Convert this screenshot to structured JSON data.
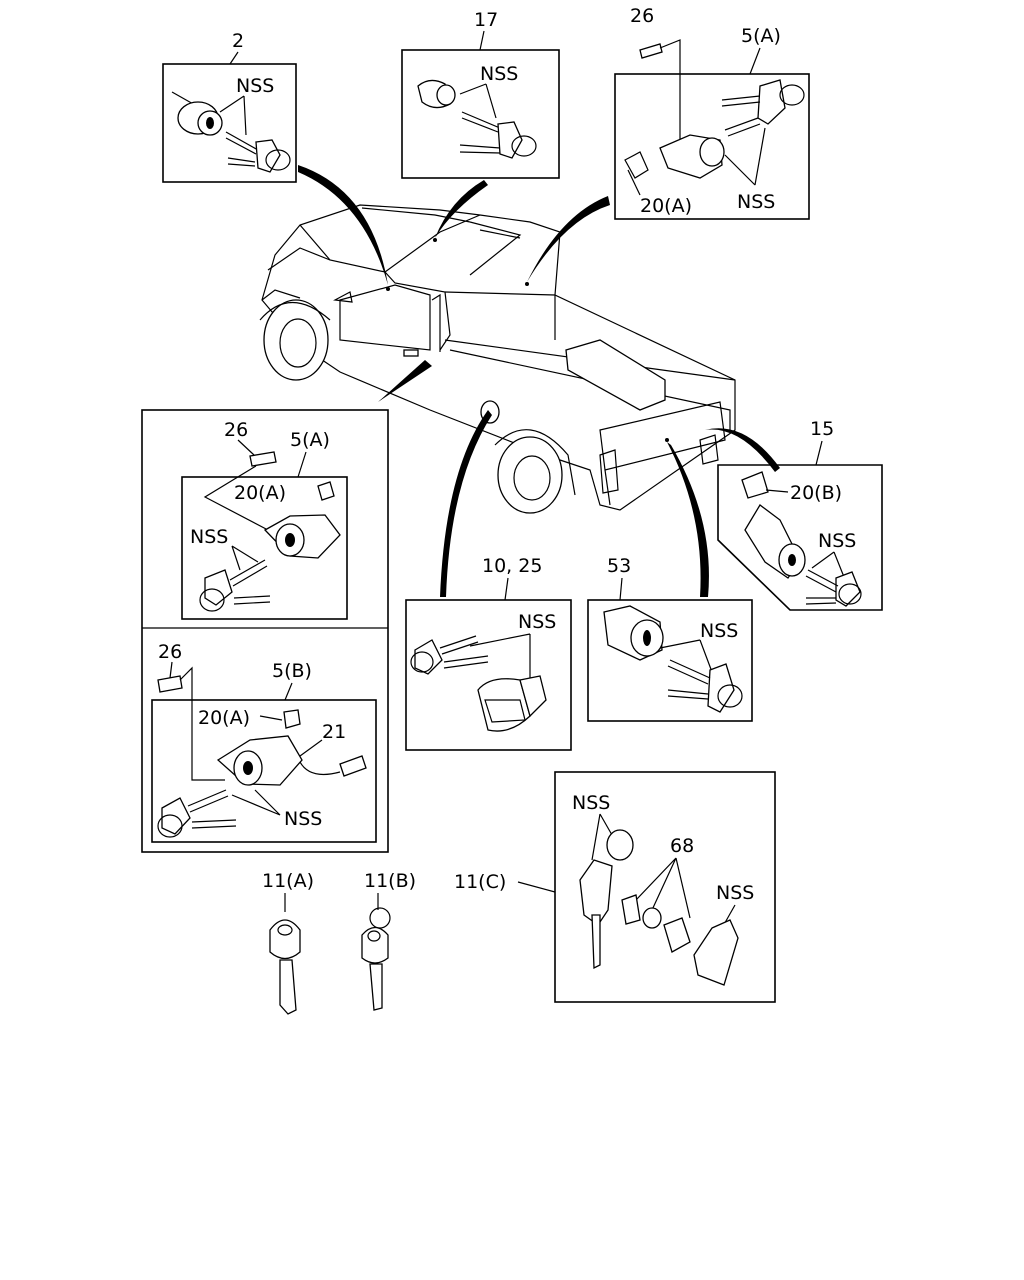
{
  "callouts": {
    "c2": "2",
    "c17": "17",
    "c26_top": "26",
    "c5a_top": "5(A)",
    "c20a_top": "20(A)",
    "c26_left_upper": "26",
    "c5a_left": "5(A)",
    "c20a_left_upper": "20(A)",
    "c26_left_lower": "26",
    "c5b": "5(B)",
    "c20a_left_lower": "20(A)",
    "c21": "21",
    "c15": "15",
    "c20b": "20(B)",
    "c10_25": "10, 25",
    "c53": "53",
    "c68": "68",
    "c11a": "11(A)",
    "c11b": "11(B)",
    "c11c": "11(C)"
  },
  "nss": "NSS",
  "colors": {
    "ink": "#000000",
    "paper": "#ffffff"
  }
}
